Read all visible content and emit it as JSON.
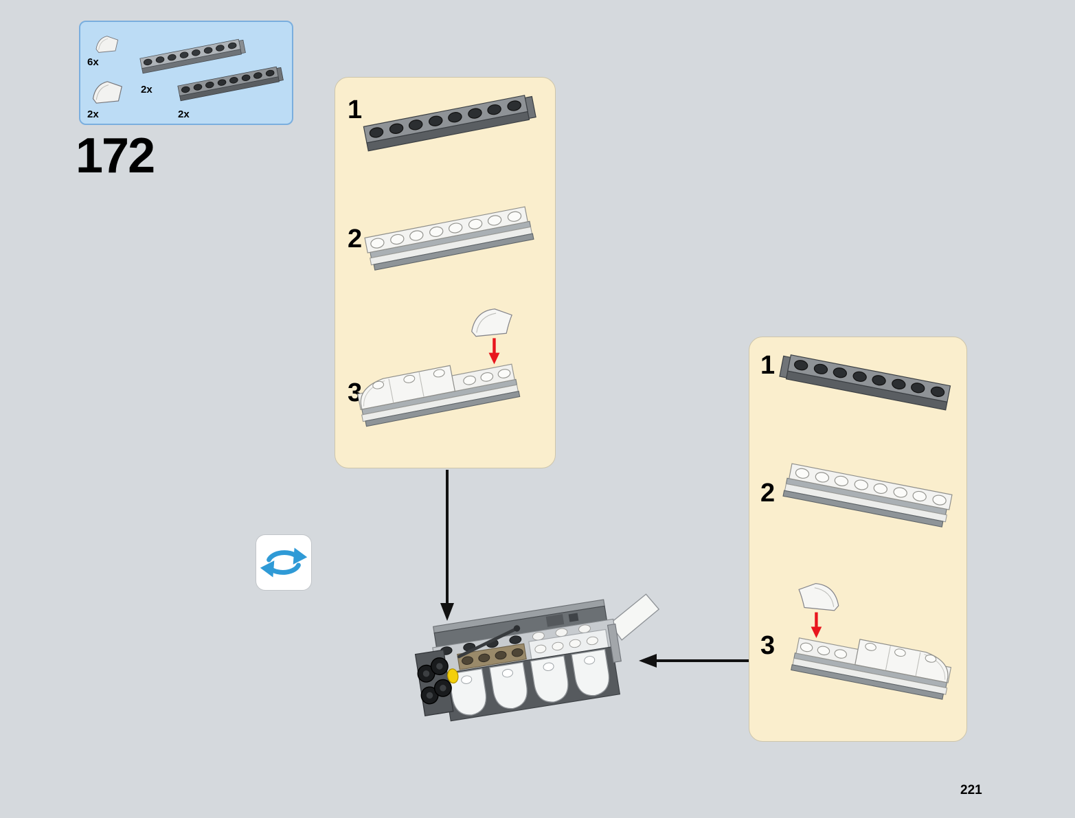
{
  "page": {
    "step_number": "172",
    "page_number": "221"
  },
  "parts_box": {
    "items": [
      {
        "count": "6x",
        "part": "curved-slope-small-white"
      },
      {
        "count": "2x",
        "part": "curved-slope-white"
      },
      {
        "count": "2x",
        "part": "plate-1x8-gray"
      },
      {
        "count": "2x",
        "part": "plate-1x8-dark-gray"
      }
    ]
  },
  "left_panel": {
    "steps": [
      {
        "number": "1"
      },
      {
        "number": "2"
      },
      {
        "number": "3"
      }
    ]
  },
  "right_panel": {
    "steps": [
      {
        "number": "1"
      },
      {
        "number": "2"
      },
      {
        "number": "3"
      }
    ]
  },
  "colors": {
    "page_background": "#d5d9dd",
    "parts_box_background": "#bcdcf5",
    "panel_background": "#faeecd",
    "instruction_arrow_red": "#e8151d",
    "rotate_icon_blue": "#2f9ad6",
    "highlight_yellow": "#f3cf0c"
  }
}
